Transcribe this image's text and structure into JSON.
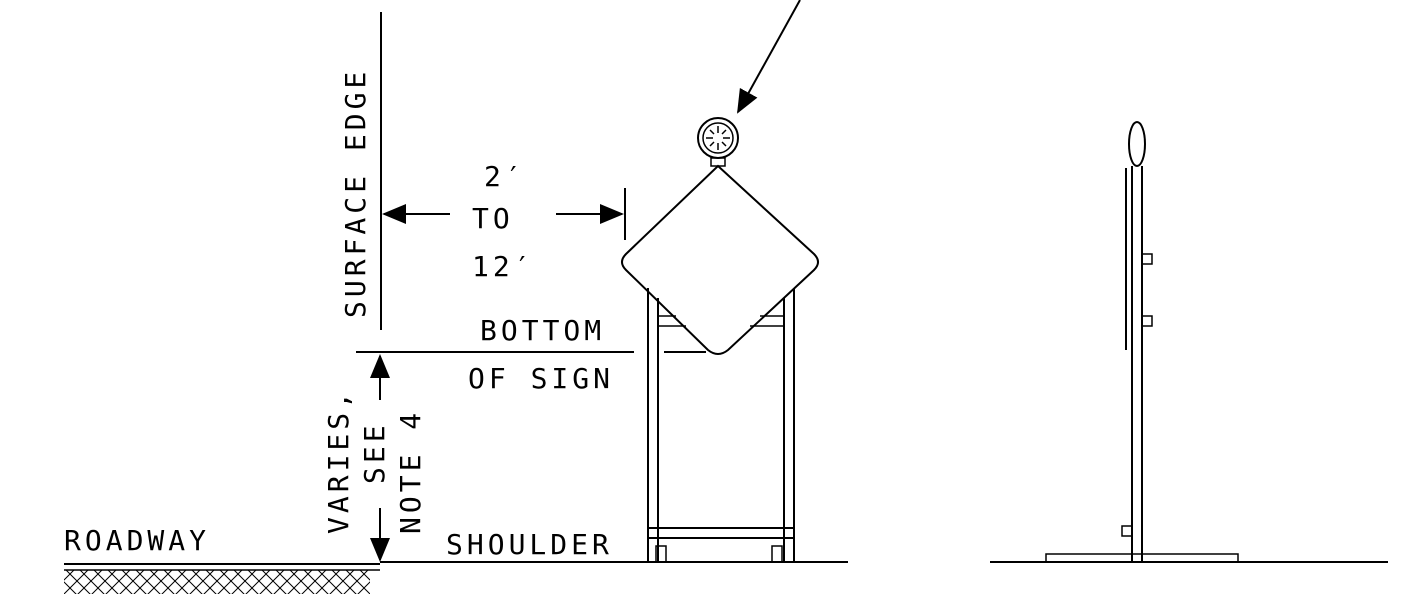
{
  "labels": {
    "surface_edge": "SURFACE EDGE",
    "dim_top": "2′",
    "dim_mid": "TO",
    "dim_bottom": "12′",
    "bottom_line1": "BOTTOM",
    "bottom_line2": "OF SIGN",
    "varies_line1": "VARIES,",
    "varies_line2": "SEE",
    "varies_line3": "NOTE 4",
    "roadway": "ROADWAY",
    "shoulder": "SHOULDER"
  }
}
